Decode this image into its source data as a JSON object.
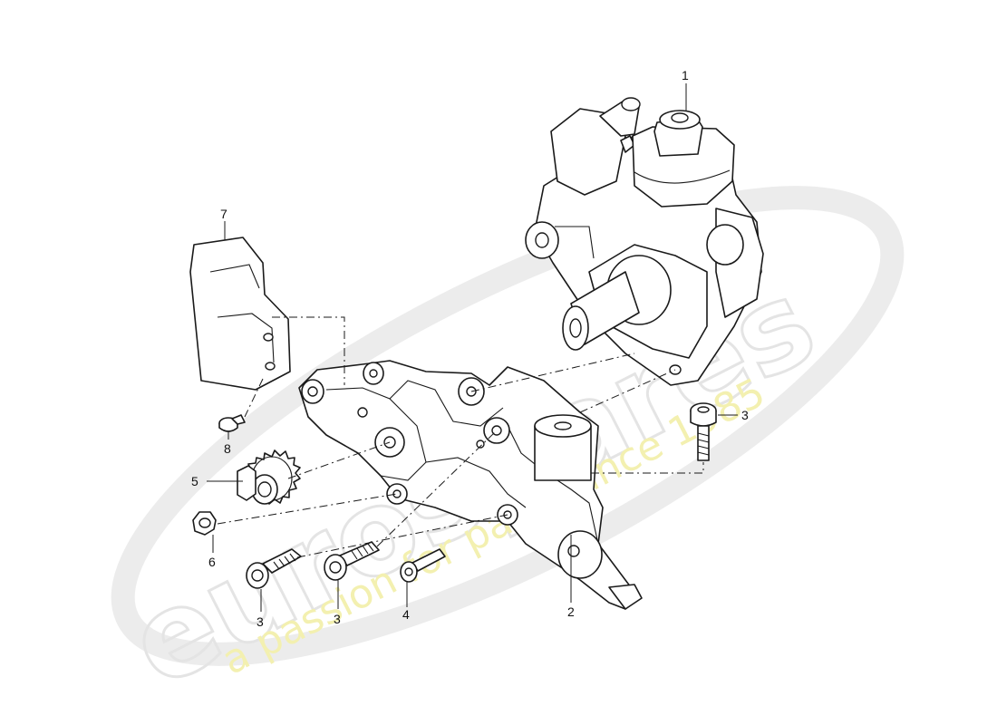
{
  "watermark": {
    "brand": "eurospares",
    "tagline": "a passion for parts since 1985",
    "colors": {
      "brand_outline": "#e4e4e4",
      "tagline": "#f3f0b0"
    }
  },
  "callouts": [
    {
      "id": "1",
      "label": "1"
    },
    {
      "id": "2",
      "label": "2"
    },
    {
      "id": "3a",
      "label": "3"
    },
    {
      "id": "3b",
      "label": "3"
    },
    {
      "id": "3c",
      "label": "3"
    },
    {
      "id": "4",
      "label": "4"
    },
    {
      "id": "5",
      "label": "5"
    },
    {
      "id": "6",
      "label": "6"
    },
    {
      "id": "7",
      "label": "7"
    },
    {
      "id": "8",
      "label": "8"
    }
  ],
  "parts": [
    {
      "ref": "1",
      "icon": "high-pressure-fuel-pump-icon"
    },
    {
      "ref": "2",
      "icon": "pump-bracket-icon"
    },
    {
      "ref": "3",
      "icon": "flange-bolt-icon"
    },
    {
      "ref": "4",
      "icon": "bolt-icon"
    },
    {
      "ref": "5",
      "icon": "drive-gear-icon"
    },
    {
      "ref": "6",
      "icon": "nut-icon"
    },
    {
      "ref": "7",
      "icon": "heat-shield-icon"
    },
    {
      "ref": "8",
      "icon": "screw-icon"
    }
  ]
}
